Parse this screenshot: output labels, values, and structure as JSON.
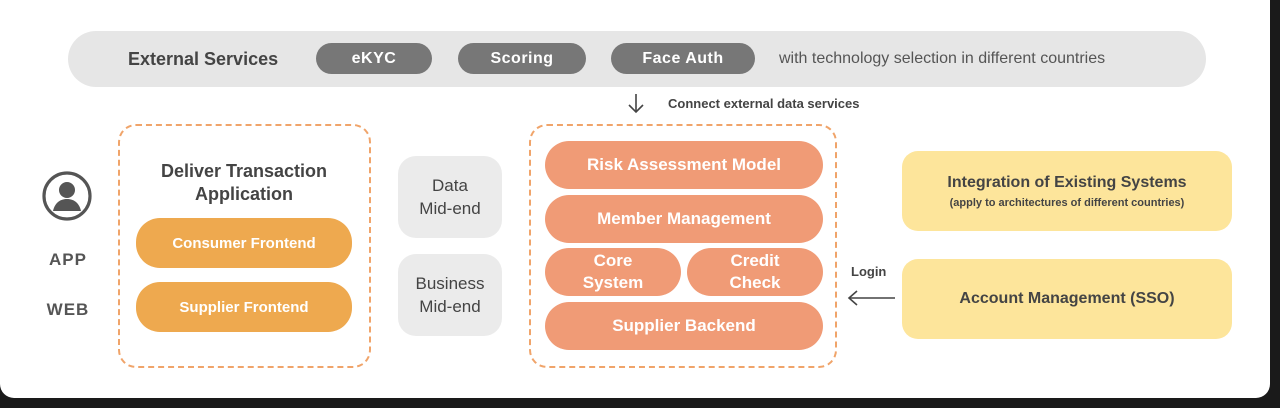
{
  "external_services": {
    "title": "External Services",
    "services": [
      "eKYC",
      "Scoring",
      "Face Auth"
    ],
    "note": "with technology selection in different countries"
  },
  "connect_label": "Connect external data services",
  "channels": {
    "app": "APP",
    "web": "WEB"
  },
  "deliver": {
    "title_line1": "Deliver Transaction",
    "title_line2": "Application",
    "items": [
      "Consumer Frontend",
      "Supplier Frontend"
    ]
  },
  "mid_end": {
    "data_line1": "Data",
    "data_line2": "Mid-end",
    "business_line1": "Business",
    "business_line2": "Mid-end"
  },
  "core": {
    "risk": "Risk Assessment Model",
    "member": "Member Management",
    "core_line1": "Core",
    "core_line2": "System",
    "credit_line1": "Credit",
    "credit_line2": "Check",
    "supplier": "Supplier Backend"
  },
  "right": {
    "integration_title": "Integration of Existing Systems",
    "integration_sub": "(apply to architectures of different countries)",
    "login_label": "Login",
    "account": "Account Management (SSO)"
  },
  "colors": {
    "dark_pill": "#777777",
    "orange": "#eea94f",
    "salmon": "#f09b76",
    "yellow": "#fde59b",
    "dashed_border": "#f0a46a"
  }
}
